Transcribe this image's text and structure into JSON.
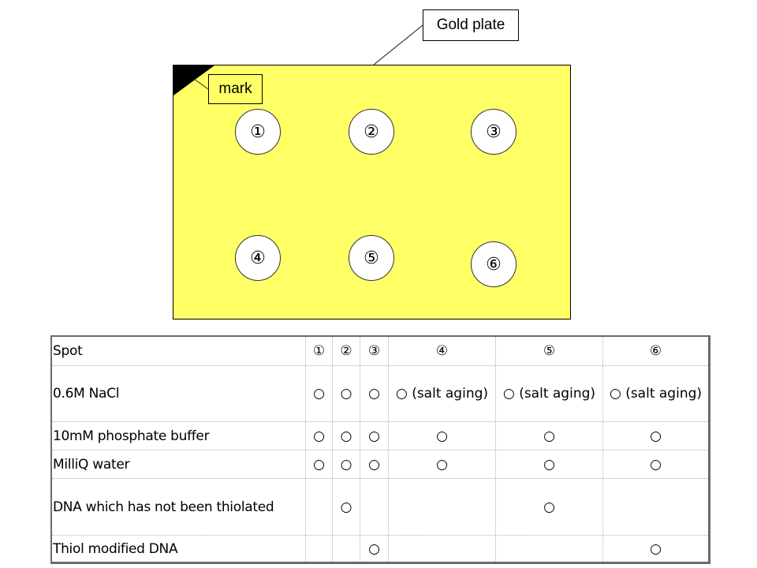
{
  "diagram": {
    "plate_label": "Gold plate",
    "mark_label": "mark",
    "plate_color": "#ffff66",
    "spots": [
      "①",
      "②",
      "③",
      "④",
      "⑤",
      "⑥"
    ]
  },
  "table": {
    "header": {
      "label": "Spot",
      "columns": [
        "①",
        "②",
        "③",
        "④",
        "⑤",
        "⑥"
      ]
    },
    "rows": [
      {
        "label": "0.6M NaCl",
        "cells": [
          "○",
          "○",
          "○",
          "○ (salt aging)",
          "○ (salt aging)",
          "○ (salt aging)"
        ]
      },
      {
        "label": "10mM phosphate buffer",
        "cells": [
          "○",
          "○",
          "○",
          "○",
          "○",
          "○"
        ]
      },
      {
        "label": "MilliQ water",
        "cells": [
          "○",
          "○",
          "○",
          "○",
          "○",
          "○"
        ]
      },
      {
        "label": "DNA which has not been thiolated",
        "cells": [
          "",
          "○",
          "",
          "",
          "○",
          ""
        ]
      },
      {
        "label": "Thiol modified DNA",
        "cells": [
          "",
          "",
          "○",
          "",
          "",
          "○"
        ]
      }
    ]
  }
}
